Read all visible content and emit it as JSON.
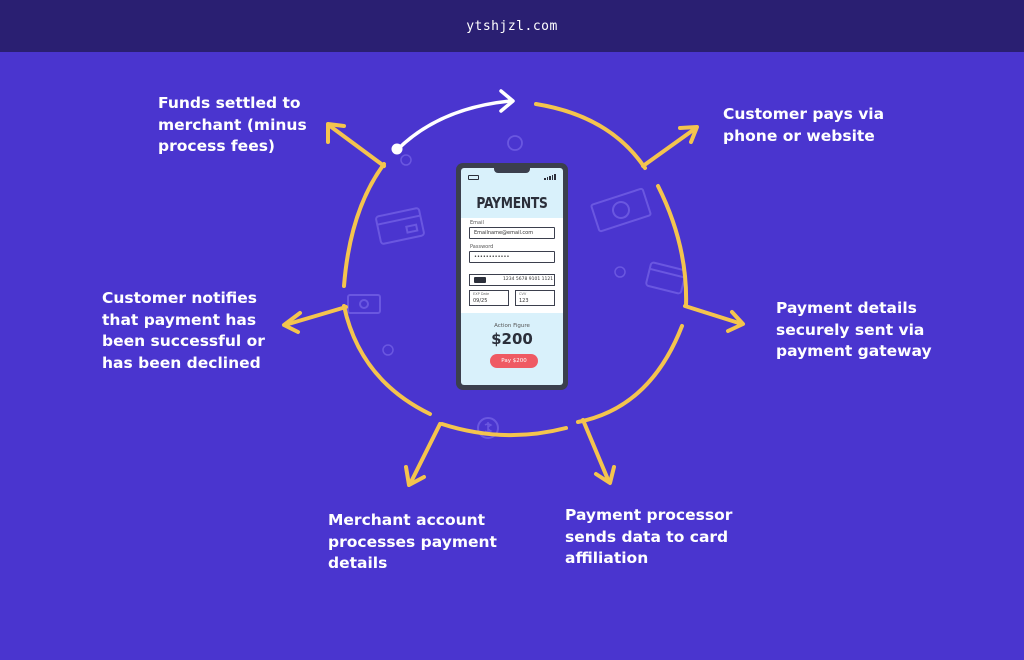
{
  "header": {
    "site_name": "ytshjzl.com"
  },
  "colors": {
    "background": "#4a35cf",
    "header": "#2a1f72",
    "cycle_arrows": "#f4c44e",
    "start_arrow": "#ffffff",
    "pay_button": "#ef5a63",
    "phone_screen": "#d9f1fb"
  },
  "steps": [
    {
      "text": "Customer pays via\nphone or website"
    },
    {
      "text": "Payment details\nsecurely sent via\npayment gateway"
    },
    {
      "text": "Payment processor\nsends data to card\naffiliation"
    },
    {
      "text": "Merchant account\nprocesses payment\ndetails"
    },
    {
      "text": "Customer notifies\nthat payment has\nbeen successful or\nhas been declined"
    },
    {
      "text": "Funds settled to\nmerchant (minus\nprocess fees)"
    }
  ],
  "phone": {
    "title": "PAYMENTS",
    "email_label": "Email",
    "email_value": "Emailname@email.com",
    "password_label": "Password",
    "password_value": "••••••••••••",
    "card_number": "1234 5678 9101 1121",
    "expiry_caption": "EXP Date",
    "expiry_value": "09/25",
    "cvv_caption": "CVV",
    "cvv_value": "123",
    "action_label": "Action Figure",
    "amount": "$200",
    "pay_button": "Pay $200"
  },
  "icons": [
    "credit-card-icon",
    "banknote-icon",
    "coin-icon",
    "clock-icon"
  ]
}
